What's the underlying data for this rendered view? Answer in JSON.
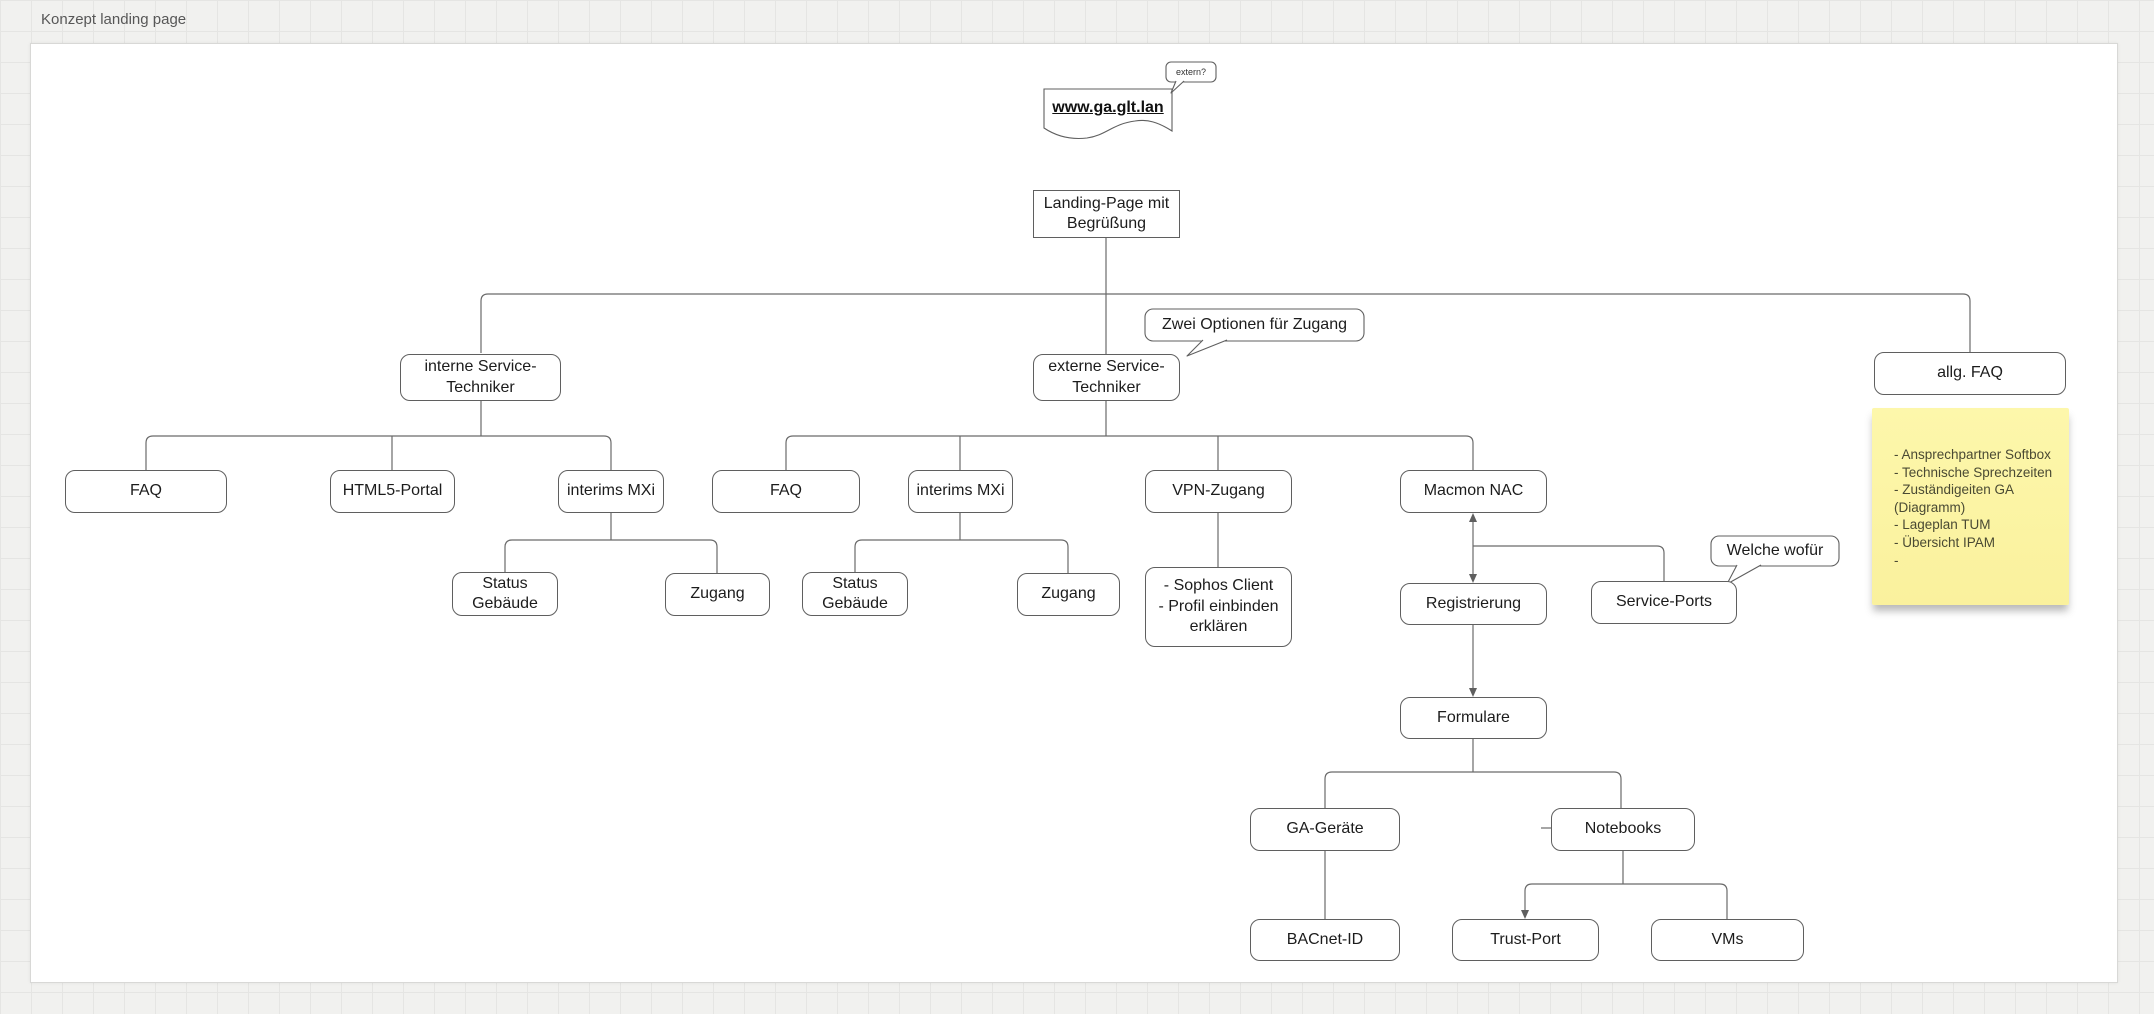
{
  "page": {
    "title": "Konzept landing page"
  },
  "colors": {
    "page_bg": "#f1f1ef",
    "canvas_bg": "#ffffff",
    "connector_line": "#6a6a6a",
    "node_border": "#5f5f5f",
    "node_text": "#1c1c1c",
    "note_fill": "#fbf3a1",
    "note_text": "#4a4a33"
  },
  "nodes": {
    "url": "www.ga.glt.lan",
    "landing": "Landing-Page mit\nBegrüßung",
    "interne": "interne Service-\nTechniker",
    "externe": "externe Service-\nTechniker",
    "allg_faq": "allg. FAQ",
    "faq_intern": "FAQ",
    "html5_portal": "HTML5-Portal",
    "mxi_intern": "interims MXi",
    "status_intern": "Status\nGebäude",
    "zugang_intern": "Zugang",
    "faq_extern": "FAQ",
    "mxi_extern": "interims MXi",
    "vpn": "VPN-Zugang",
    "macmon": "Macmon NAC",
    "status_extern": "Status\nGebäude",
    "zugang_extern": "Zugang",
    "sophos": "- Sophos Client\n- Profil einbinden\nerklären",
    "registrierung": "Registrierung",
    "service_ports": "Service-Ports",
    "formulare": "Formulare",
    "ga_geraete": "GA-Geräte",
    "notebooks": "Notebooks",
    "bacnet_id": "BACnet-ID",
    "trust_port": "Trust-Port",
    "vms": "VMs"
  },
  "callouts": {
    "extern": "extern?",
    "zwei_optionen": "Zwei Optionen für Zugang",
    "welche_wofuer": "Welche wofür"
  },
  "note": {
    "text": "- Ansprechpartner Softbox\n- Technische Sprechzeiten\n- Zuständigeiten GA\n(Diagramm)\n- Lageplan TUM\n- Übersicht IPAM\n-"
  }
}
